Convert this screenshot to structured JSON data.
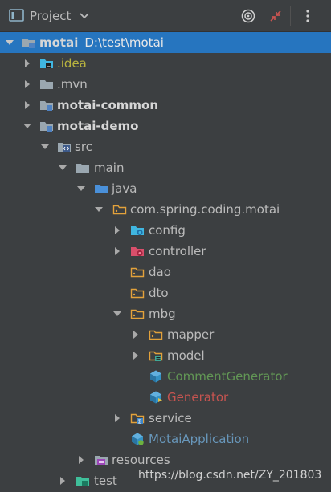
{
  "header": {
    "title": "Project",
    "colors": {
      "bg": "#3c3f41",
      "text": "#bbbbbb"
    }
  },
  "tree": {
    "selection_color": "#2675bf",
    "rows": [
      {
        "name": "tree-node-motai",
        "label": "motai",
        "path": "D:\\test\\motai",
        "bold": true,
        "expanded": true,
        "selected": true,
        "icon": "module-folder-icon"
      },
      {
        "name": "tree-node-idea",
        "label": ".idea",
        "expanded": false,
        "icon": "idea-folder-icon"
      },
      {
        "name": "tree-node-mvn",
        "label": ".mvn",
        "expanded": false,
        "icon": "folder-icon"
      },
      {
        "name": "tree-node-motai-common",
        "label": "motai-common",
        "bold": true,
        "expanded": false,
        "icon": "module-folder-icon"
      },
      {
        "name": "tree-node-motai-demo",
        "label": "motai-demo",
        "bold": true,
        "expanded": true,
        "icon": "module-folder-icon"
      },
      {
        "name": "tree-node-src",
        "label": "src",
        "expanded": true,
        "icon": "source-folder-icon"
      },
      {
        "name": "tree-node-main",
        "label": "main",
        "expanded": true,
        "icon": "folder-icon"
      },
      {
        "name": "tree-node-java",
        "label": "java",
        "expanded": true,
        "icon": "source-root-icon"
      },
      {
        "name": "tree-node-package",
        "label": "com.spring.coding.motai",
        "expanded": true,
        "icon": "package-icon"
      },
      {
        "name": "tree-node-config",
        "label": "config",
        "expanded": false,
        "icon": "config-package-icon"
      },
      {
        "name": "tree-node-controller",
        "label": "controller",
        "expanded": false,
        "icon": "controller-package-icon"
      },
      {
        "name": "tree-node-dao",
        "label": "dao",
        "icon": "package-icon"
      },
      {
        "name": "tree-node-dto",
        "label": "dto",
        "icon": "package-icon"
      },
      {
        "name": "tree-node-mbg",
        "label": "mbg",
        "expanded": true,
        "icon": "package-icon"
      },
      {
        "name": "tree-node-mapper",
        "label": "mapper",
        "expanded": false,
        "icon": "package-icon"
      },
      {
        "name": "tree-node-model",
        "label": "model",
        "expanded": false,
        "icon": "model-package-icon"
      },
      {
        "name": "tree-node-comment-generator",
        "label": "CommentGenerator",
        "color": "green",
        "icon": "java-class-icon"
      },
      {
        "name": "tree-node-generator",
        "label": "Generator",
        "color": "red",
        "icon": "java-class-icon"
      },
      {
        "name": "tree-node-service",
        "label": "service",
        "expanded": false,
        "icon": "service-package-icon"
      },
      {
        "name": "tree-node-motai-application",
        "label": "MotaiApplication",
        "color": "blue",
        "icon": "spring-boot-class-icon"
      },
      {
        "name": "tree-node-resources",
        "label": "resources",
        "expanded": false,
        "icon": "resources-folder-icon"
      },
      {
        "name": "tree-node-test",
        "label": "test",
        "expanded": false,
        "icon": "test-folder-icon"
      }
    ]
  },
  "watermark": "https://blog.csdn.net/ZY_201803"
}
